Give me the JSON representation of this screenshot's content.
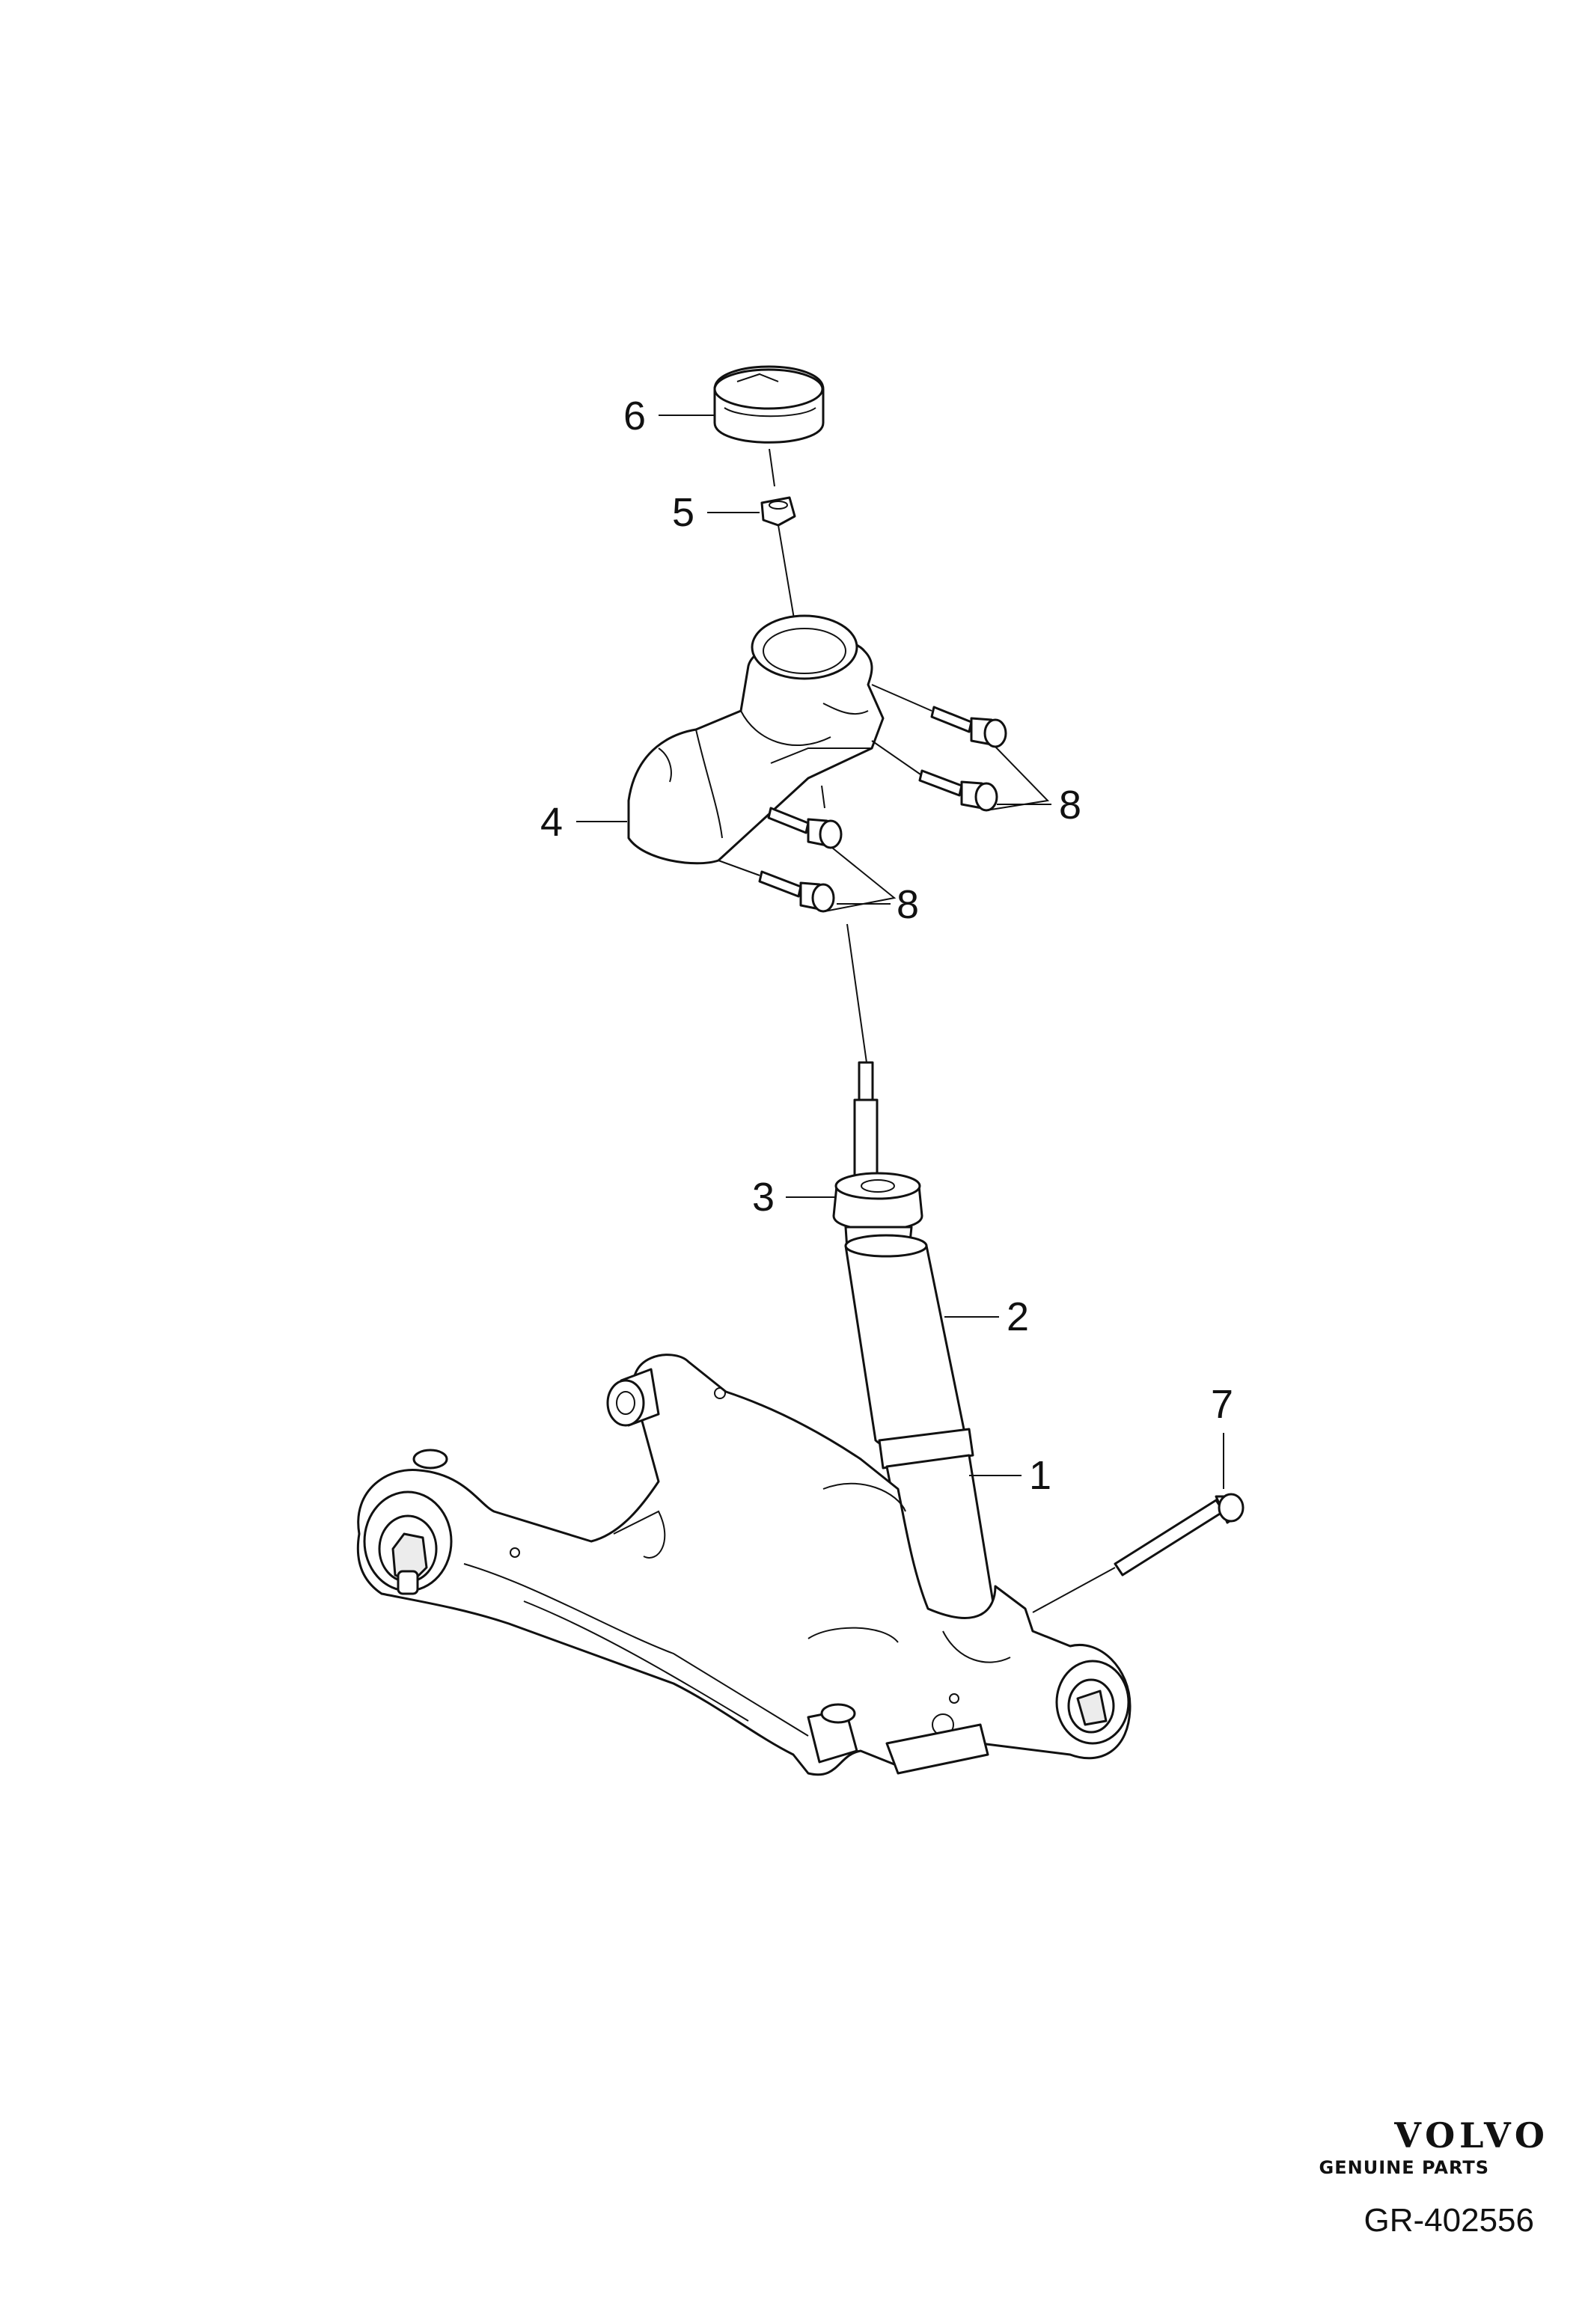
{
  "diagram": {
    "callouts": [
      {
        "id": "1",
        "label": "1"
      },
      {
        "id": "2",
        "label": "2"
      },
      {
        "id": "3",
        "label": "3"
      },
      {
        "id": "4",
        "label": "4"
      },
      {
        "id": "5",
        "label": "5"
      },
      {
        "id": "6",
        "label": "6"
      },
      {
        "id": "7",
        "label": "7"
      },
      {
        "id": "8a",
        "label": "8"
      },
      {
        "id": "8b",
        "label": "8"
      }
    ],
    "parts": [
      {
        "id": "1",
        "icon": "shock-absorber-body"
      },
      {
        "id": "2",
        "icon": "dust-cover"
      },
      {
        "id": "3",
        "icon": "bump-stop"
      },
      {
        "id": "4",
        "icon": "shock-mount-bracket"
      },
      {
        "id": "5",
        "icon": "nut"
      },
      {
        "id": "6",
        "icon": "protective-cap"
      },
      {
        "id": "7",
        "icon": "bolt"
      },
      {
        "id": "8",
        "icon": "flange-bolt"
      },
      {
        "id": "arm",
        "icon": "lower-control-arm"
      }
    ]
  },
  "branding": {
    "brand": "VOLVO",
    "tagline": "GENUINE PARTS",
    "logo_color": "#111111"
  },
  "reference_code": "GR-402556"
}
